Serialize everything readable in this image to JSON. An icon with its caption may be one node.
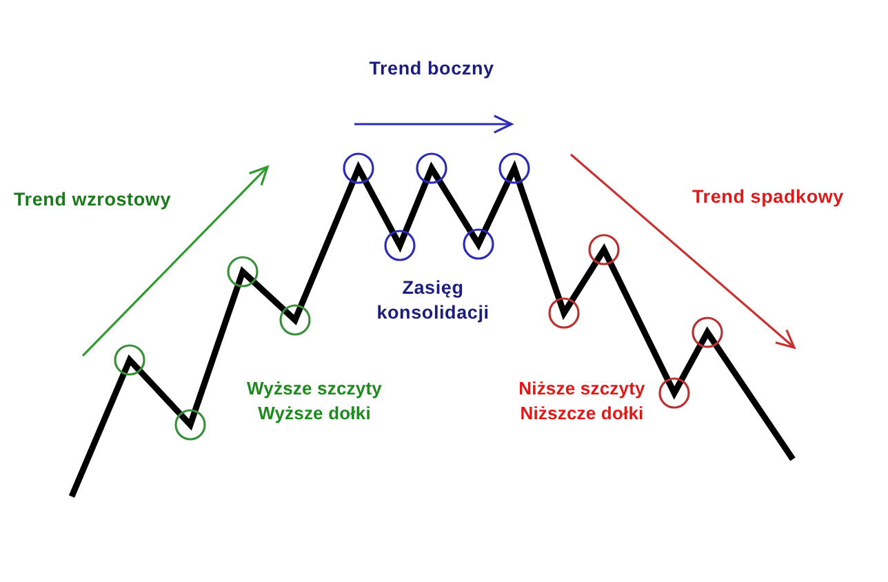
{
  "diagram": {
    "labels": [
      "Trend boczny",
      "Trend wzrostowy",
      "Trend spadkowy",
      "Zasięg konsolidacji",
      "Wyższe szczyty Wyższe dołki",
      "Niższe szczyty Niższcze dołki"
    ]
  }
}
